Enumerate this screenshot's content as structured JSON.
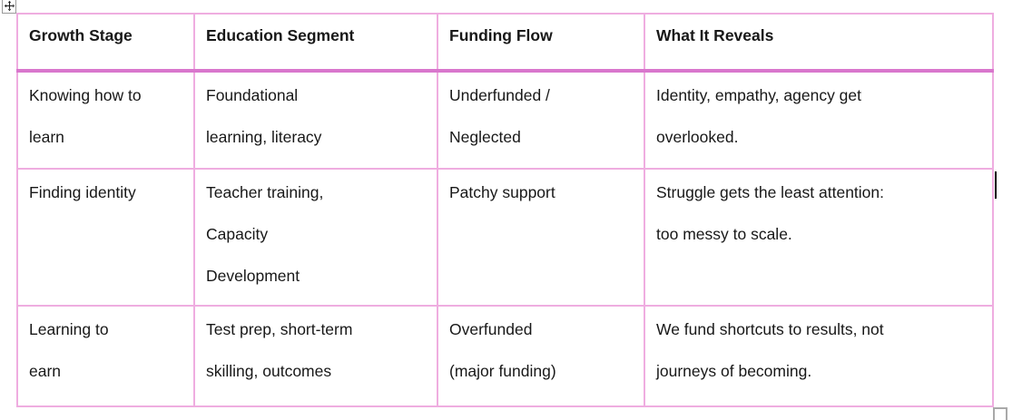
{
  "app": {
    "context": "word-processor-document",
    "view": "table-in-document"
  },
  "colors": {
    "background": "#FFFFFF",
    "table_border_thin": "#EFADE0",
    "header_underline_thick": "#D977CD",
    "text": "#181818",
    "handle_border": "#9A9A9A",
    "caret": "#000000"
  },
  "icons": {
    "move_handle": "move-cross-arrows-icon",
    "resize_handle": "resize-square-handle"
  },
  "table": {
    "headers": [
      "Growth Stage",
      "Education Segment",
      "Funding Flow",
      "What It Reveals"
    ],
    "rows": [
      [
        "Knowing how to\nlearn",
        "Foundational\nlearning, literacy",
        "Underfunded /\nNeglected",
        "Identity, empathy, agency get\noverlooked."
      ],
      [
        "Finding identity",
        "Teacher training,\nCapacity\nDevelopment",
        "Patchy support",
        "Struggle gets the least attention:\ntoo messy to scale."
      ],
      [
        "Learning to\nearn",
        "Test prep, short-term\nskilling, outcomes",
        "Overfunded\n(major funding)",
        "We fund shortcuts to results, not\njourneys of becoming."
      ]
    ]
  }
}
